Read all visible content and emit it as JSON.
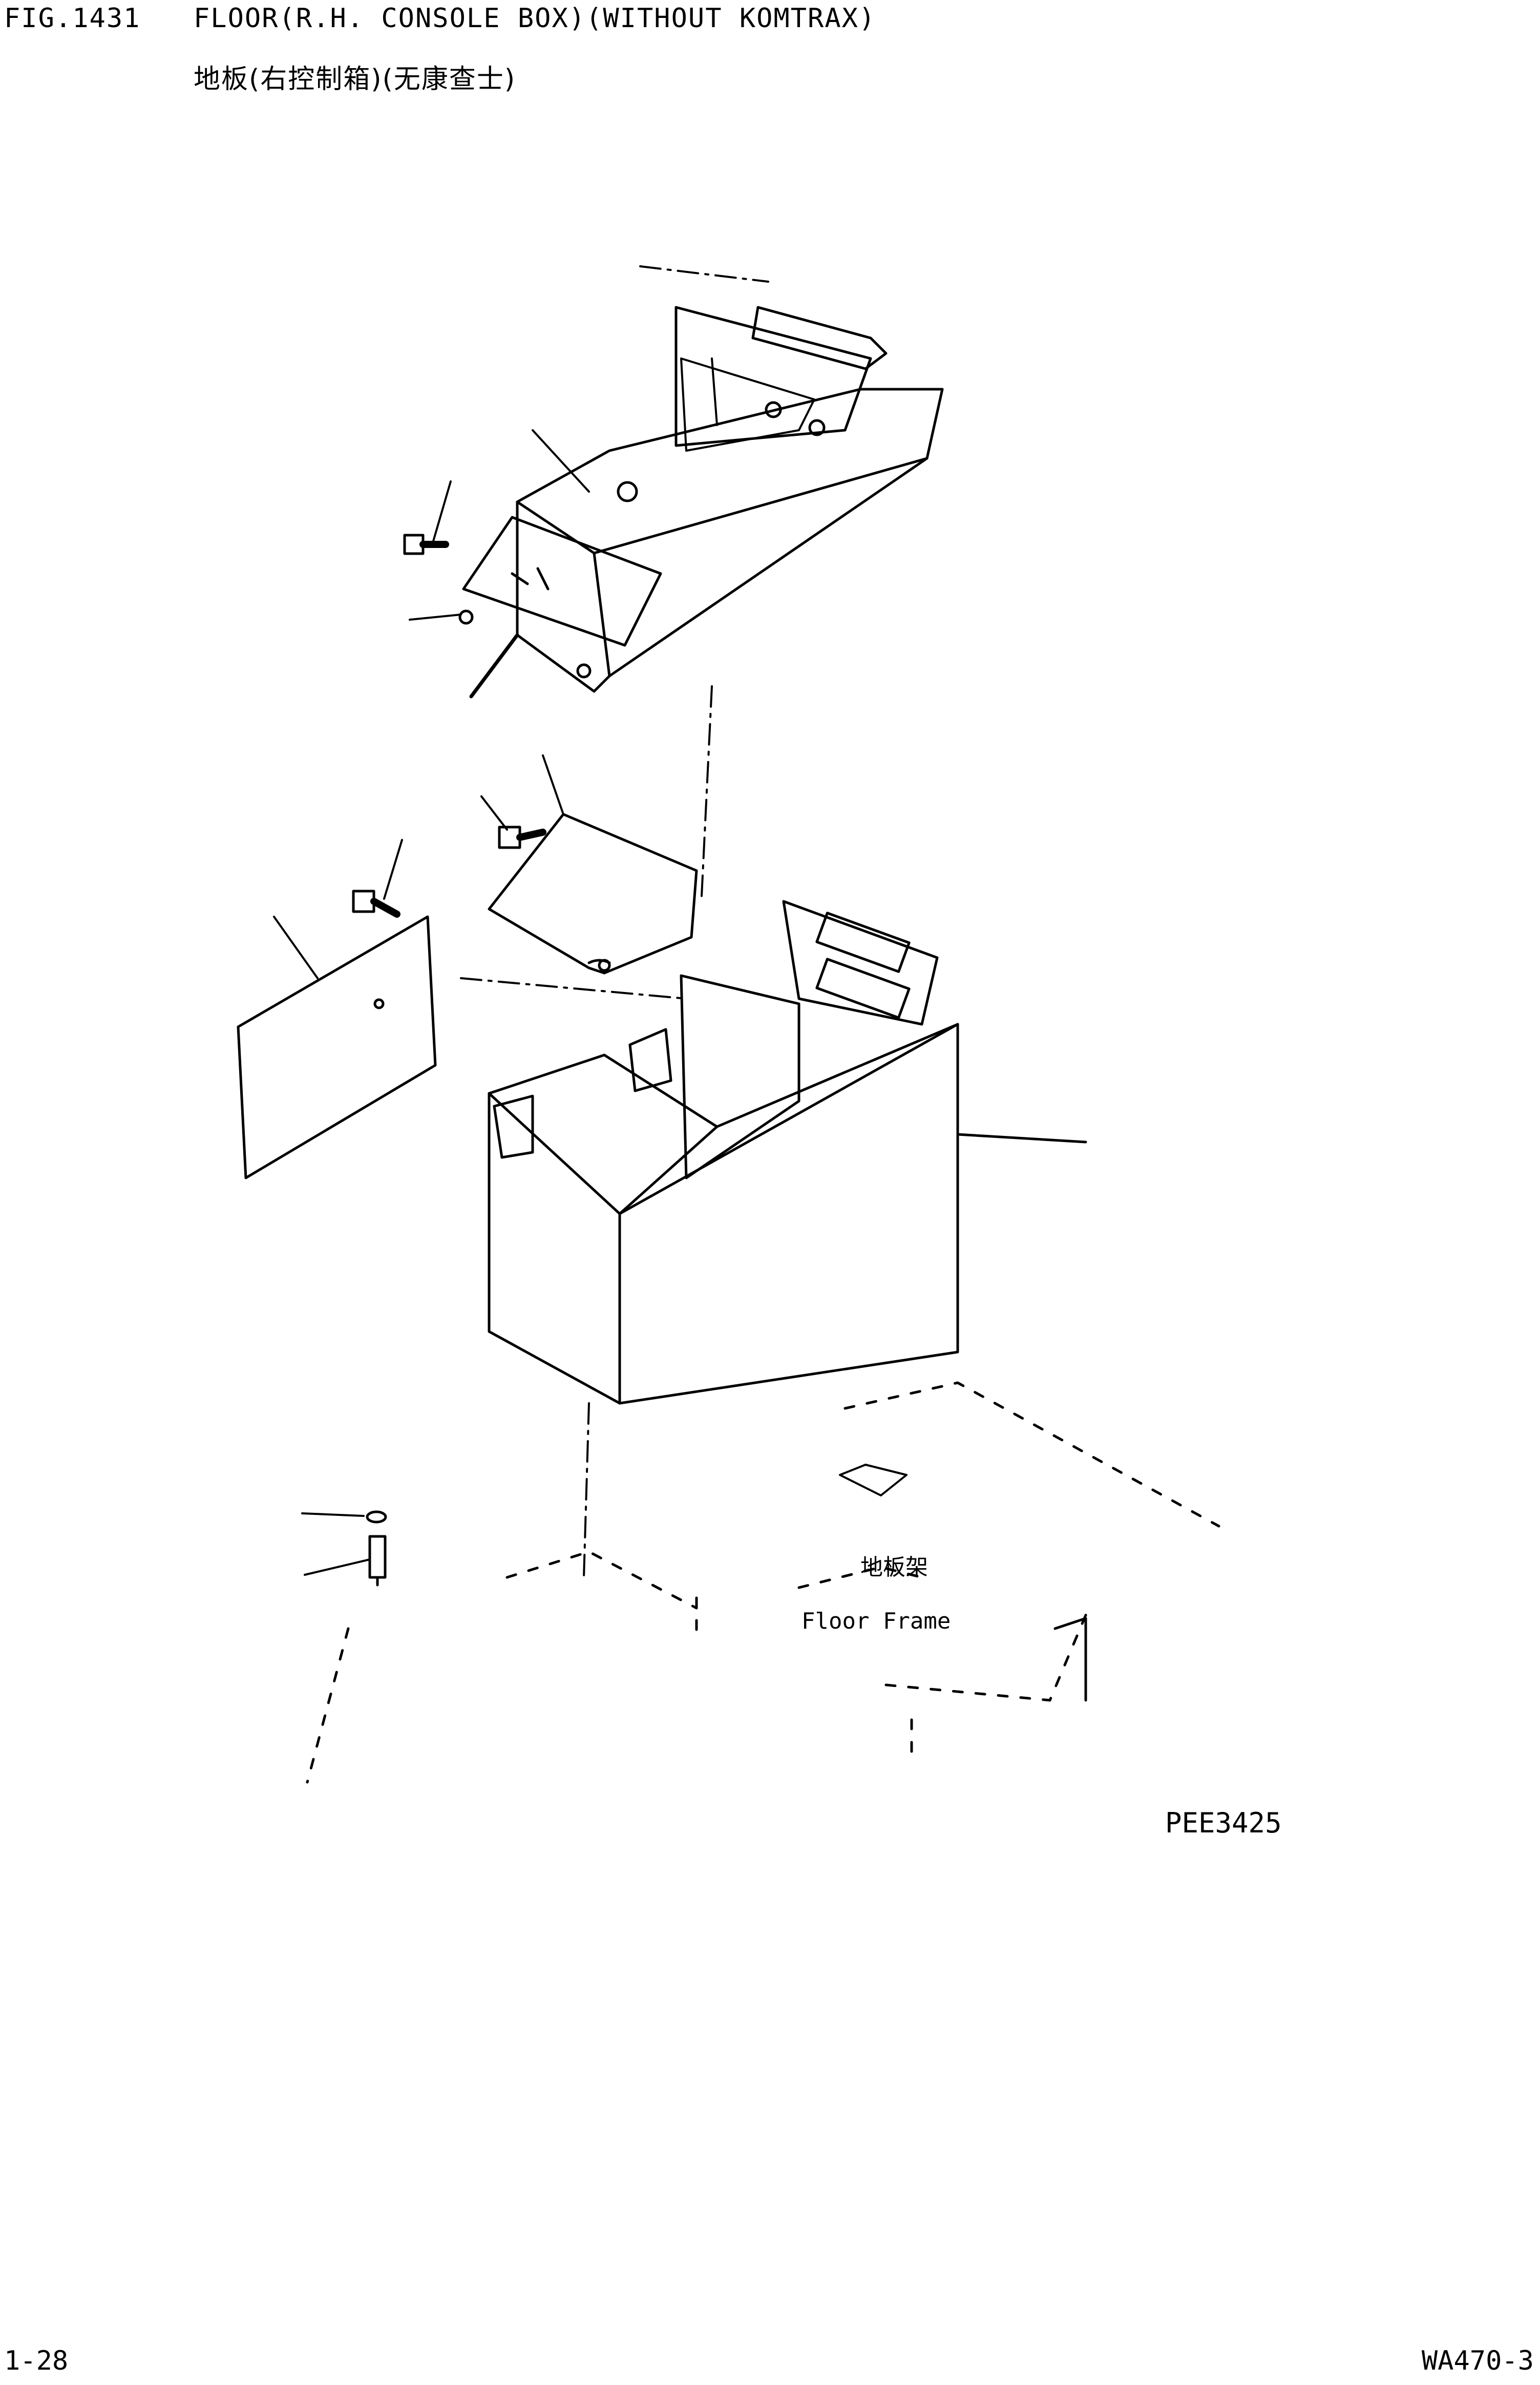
{
  "header": {
    "figure_number": "FIG.1431",
    "title_en": "FLOOR(R.H. CONSOLE BOX)(WITHOUT KOMTRAX)",
    "title_zh": "地板(右控制箱)(无康查士)"
  },
  "diagram": {
    "labels": {
      "floor_frame_zh": "地板架",
      "floor_frame_en": "Floor Frame"
    },
    "parts": [
      {
        "name": "console-top-cover",
        "icon": "cover-panel-icon"
      },
      {
        "name": "inner-plate",
        "icon": "plate-icon"
      },
      {
        "name": "side-panel",
        "icon": "panel-icon"
      },
      {
        "name": "console-box",
        "icon": "box-icon"
      },
      {
        "name": "bolt",
        "icon": "bolt-icon"
      },
      {
        "name": "washer",
        "icon": "washer-icon"
      },
      {
        "name": "floor-frame",
        "icon": "frame-icon"
      }
    ],
    "diagram_code": "PEE3425"
  },
  "footer": {
    "page": "1-28",
    "model": "WA470-3"
  }
}
